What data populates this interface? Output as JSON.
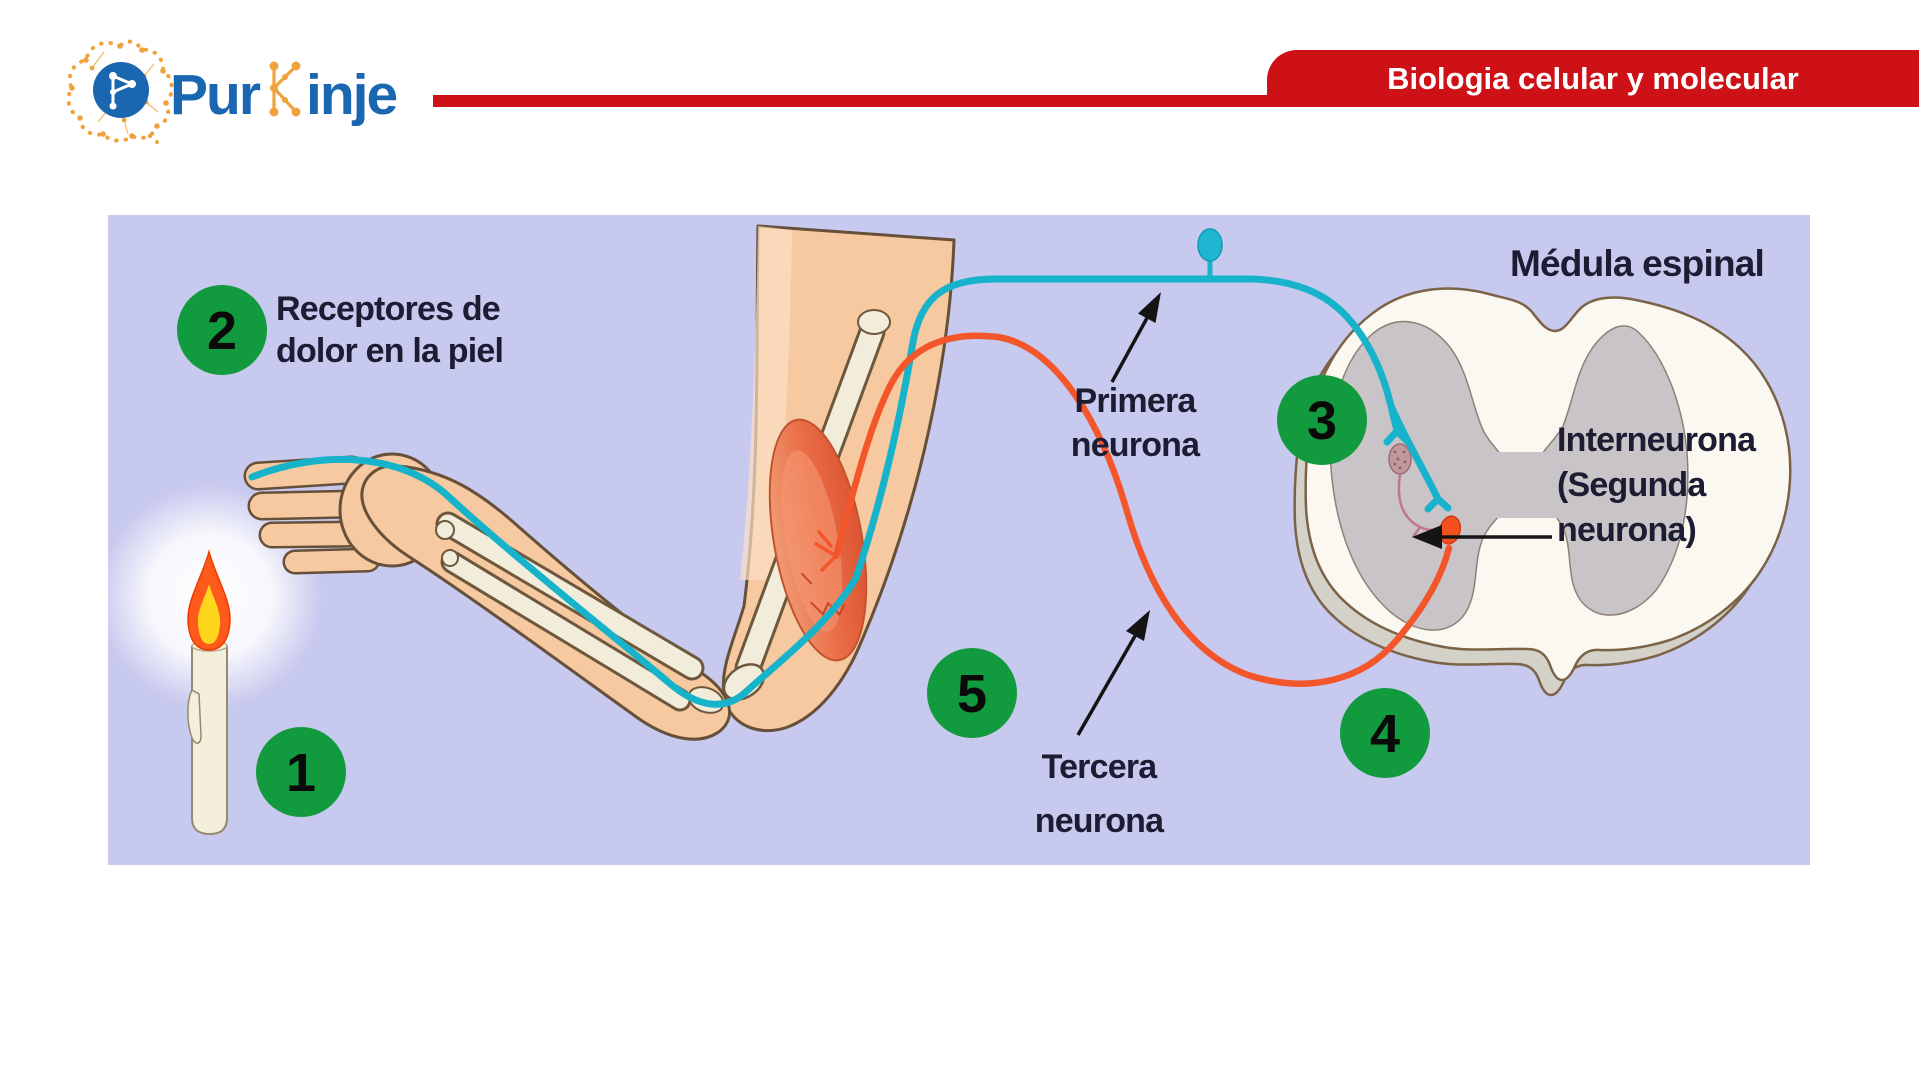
{
  "logo": {
    "pur": "Pur",
    "k": "K",
    "inje": "inje"
  },
  "header": {
    "course_title": "Biologia celular y molecular"
  },
  "diagram": {
    "region_title": "Médula espinal",
    "steps": [
      {
        "number": "1"
      },
      {
        "number": "2"
      },
      {
        "number": "3"
      },
      {
        "number": "4"
      },
      {
        "number": "5"
      }
    ],
    "labels": {
      "receptores": {
        "line1": "Receptores de",
        "line2": "dolor en la piel"
      },
      "primera": {
        "line1": "Primera",
        "line2": "neurona"
      },
      "interneurona": {
        "line1": "Interneurona",
        "line2": "(Segunda",
        "line3": "neurona)"
      },
      "tercera": {
        "line1": "Tercera",
        "line2": "neurona"
      }
    },
    "colors": {
      "accent_red": "#ce1117",
      "step_badge_green": "#129a3e",
      "sensory_nerve_teal": "#17b3cb",
      "motor_nerve_red": "#f4562c",
      "panel_lavender": "#c8c9ee",
      "logo_blue": "#1a66b0",
      "logo_orange": "#f0a23c"
    }
  }
}
